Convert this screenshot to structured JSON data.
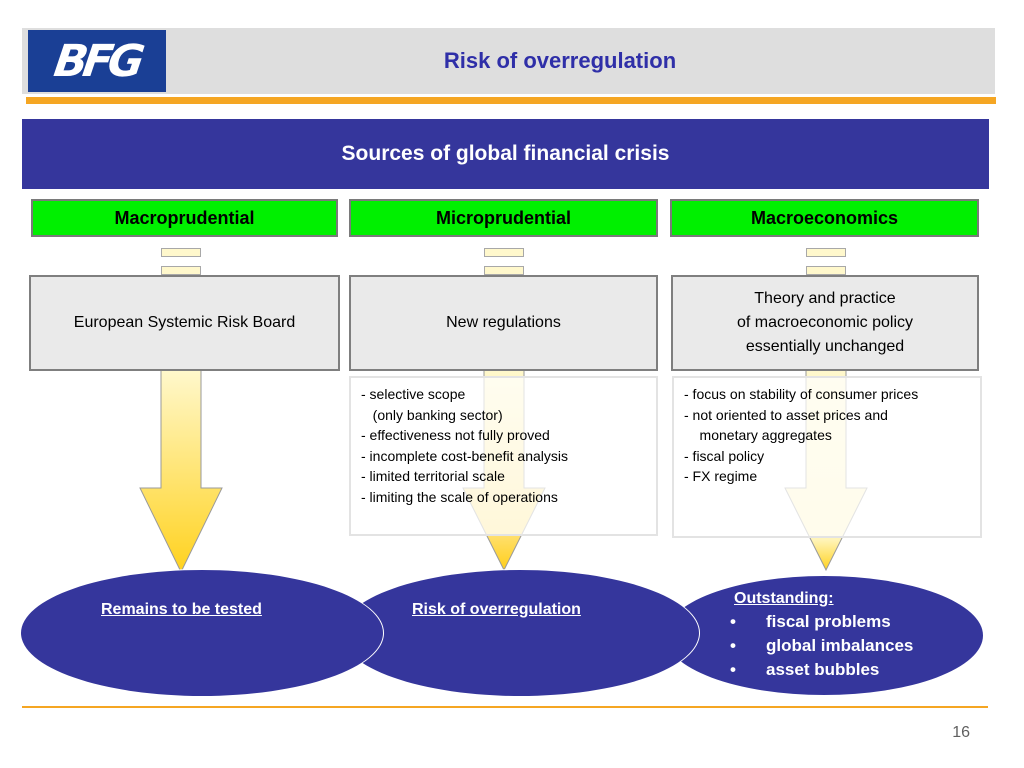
{
  "header": {
    "logo_text": "BFG",
    "title": "Risk of overregulation"
  },
  "banner": {
    "text": "Sources of global financial crisis"
  },
  "categories": [
    {
      "label": "Macroprudential"
    },
    {
      "label": "Microprudential"
    },
    {
      "label": "Macroeconomics"
    }
  ],
  "boxes": [
    {
      "text": "European Systemic Risk Board"
    },
    {
      "text": "New regulations"
    },
    {
      "lines": [
        "Theory and practice",
        "of macroeconomic policy",
        "essentially unchanged"
      ]
    }
  ],
  "micro_list": [
    "- selective scope",
    "   (only banking sector)",
    "- effectiveness not fully proved",
    "- incomplete cost-benefit analysis",
    "- limited territorial scale",
    "- limiting the scale of operations"
  ],
  "macro_list": [
    "- focus on stability of consumer prices",
    "- not oriented to asset prices and",
    "    monetary aggregates",
    "- fiscal policy",
    "- FX regime"
  ],
  "outcomes": {
    "left": "Remains to be tested",
    "middle": "Risk of overregulation",
    "right": {
      "heading": "Outstanding:",
      "bullet": "•",
      "items": [
        "fiscal problems",
        "global imbalances",
        "asset bubbles"
      ]
    }
  },
  "footer": {
    "page_number": "16"
  },
  "colors": {
    "banner": "#35369c",
    "title": "#2f2fa8",
    "category_fill": "#00f000",
    "accent_orange": "#f5a623",
    "arrow_yellow": "#ffd21f",
    "arrow_pale": "#fff8cc"
  }
}
